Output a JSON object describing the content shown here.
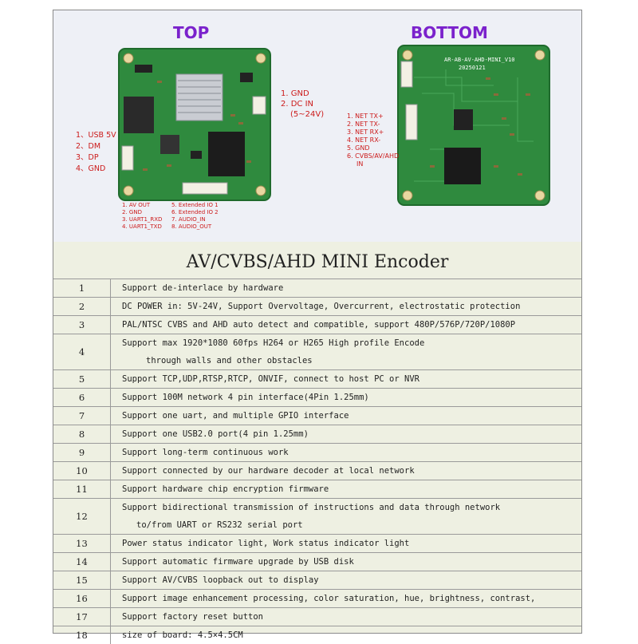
{
  "top_view": {
    "title": "TOP",
    "right_pins": [
      "1. GND",
      "2. DC IN",
      "(5~24V)"
    ],
    "left_pins": [
      "1、USB 5V",
      "2、DM",
      "3、DP",
      "4、GND"
    ],
    "bottom_pins_left": [
      "1. AV OUT",
      "2. GND",
      "3. UART1_RXD",
      "4. UART1_TXD"
    ],
    "bottom_pins_right": [
      "5. Extended IO 1",
      "6. Extended IO 2",
      "7. AUDIO_IN",
      "8. AUDIO_OUT"
    ]
  },
  "bottom_view": {
    "title": "BOTTOM",
    "silk_model": "AR-AB-AV-AHD-MINI_V10",
    "silk_date": "20250121",
    "left_pins": [
      "1. NET TX+",
      "2. NET TX-",
      "3. NET RX+",
      "4. NET RX-",
      "5. GND",
      "6. CVBS/AV/AHD",
      "IN"
    ]
  },
  "spec": {
    "title": "AV/CVBS/AHD MINI Encoder",
    "rows": [
      {
        "num": "1",
        "lines": [
          "Support de-interlace  by hardware"
        ]
      },
      {
        "num": "2",
        "lines": [
          "DC POWER in: 5V-24V,  Support Overvoltage, Overcurrent, electrostatic protection"
        ]
      },
      {
        "num": "3",
        "lines": [
          "PAL/NTSC CVBS and AHD auto detect and compatible, support 480P/576P/720P/1080P"
        ]
      },
      {
        "num": "4",
        "lines": [
          "Support max 1920*1080 60fps H264 or H265 High profile Encode",
          "through walls and other obstacles"
        ]
      },
      {
        "num": "5",
        "lines": [
          "Support TCP,UDP,RTSP,RTCP, ONVIF, connect to host PC or NVR"
        ]
      },
      {
        "num": "6",
        "lines": [
          "Support 100M network 4 pin interface(4Pin 1.25mm)"
        ]
      },
      {
        "num": "7",
        "lines": [
          "Support one uart, and multiple GPIO interface"
        ]
      },
      {
        "num": "8",
        "lines": [
          "Support one USB2.0 port(4 pin 1.25mm)"
        ]
      },
      {
        "num": "9",
        "lines": [
          "Support long-term continuous work"
        ]
      },
      {
        "num": "10",
        "lines": [
          "Support connected by our hardware decoder at local network"
        ]
      },
      {
        "num": "11",
        "lines": [
          "Support hardware chip encryption firmware"
        ]
      },
      {
        "num": "12",
        "lines": [
          "Support bidirectional transmission of instructions and data through network",
          "to/from UART or RS232 serial port"
        ]
      },
      {
        "num": "13",
        "lines": [
          "Power status indicator light, Work status indicator light"
        ]
      },
      {
        "num": "14",
        "lines": [
          "Support automatic firmware upgrade by USB disk"
        ]
      },
      {
        "num": "15",
        "lines": [
          "Support AV/CVBS loopback out to display"
        ]
      },
      {
        "num": "16",
        "lines": [
          "Support image enhancement processing, color saturation, hue, brightness, contrast,"
        ]
      },
      {
        "num": "17",
        "lines": [
          "Support factory reset button"
        ]
      },
      {
        "num": "18",
        "lines": [
          "size of board:  4.5×4.5CM"
        ]
      }
    ]
  },
  "colors": {
    "pcb": "#2f8a3e",
    "pcb_dark": "#1f6a2c",
    "label_red": "#cc1b1b",
    "title_purple": "#7b22cc"
  }
}
